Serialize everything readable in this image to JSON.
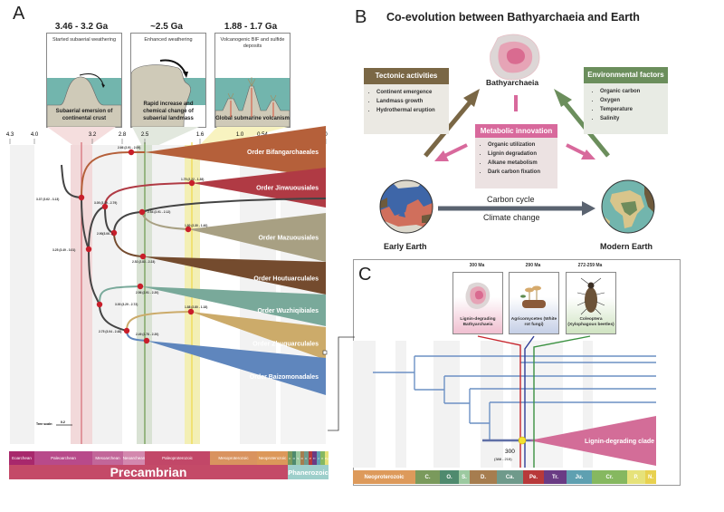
{
  "panel_a": {
    "letter": "A",
    "insets": [
      {
        "era": "3.46 - 3.2 Ga",
        "top": "Started subaerial weathering",
        "bottom": "Subaerial emersion of continental crust"
      },
      {
        "era": "~2.5 Ga",
        "top": "Enhanced weathering",
        "bottom": "Rapid increase and chemical change of subaerial landmass"
      },
      {
        "era": "1.88 - 1.7 Ga",
        "top": "Volcanogenic BIF and sulfide deposits",
        "bottom": "Global submarine volcanism"
      }
    ],
    "axis_ticks": [
      "4.3",
      "4.0",
      "3.2",
      "2.8",
      "2.5",
      "1.6",
      "1.0",
      "0.54",
      "0"
    ],
    "orders": [
      {
        "name": "Order Bifangarchaeales",
        "color": "#b5603a"
      },
      {
        "name": "Order Jinwuousiales",
        "color": "#b03a44"
      },
      {
        "name": "Order Mazuousiales",
        "color": "#a8a083"
      },
      {
        "name": "Order Houtuarculales",
        "color": "#744b2e"
      },
      {
        "name": "Order Wuzhiqibiales",
        "color": "#79a99a"
      },
      {
        "name": "Order Zhuquarculales",
        "color": "#ccab6a"
      },
      {
        "name": "Order Baizomonadales",
        "color": "#5f86bd"
      }
    ],
    "node_labels": {
      "n1": "2.66 (2.91 - 2.09)",
      "n2": "1.75 (2.22 - 1.38)",
      "n3": "3.37 (3.62 - 3.13)",
      "n4": "3.05 (3.39 - 2.79)",
      "n5": "2.54 (2.91 - 2.12)",
      "n6": "2.90(3.06...)",
      "n7": "1.80 (2.30 - 1.40)",
      "n8": "3.25 (3.49 - 3.01)",
      "n9": "2.52 (2.83 - 2.23)",
      "n10": "2.56 (2.91 - 2.20)",
      "n11": "3.00 (3.29 - 2.72)",
      "n12": "1.88 (2.80 - 1.18)",
      "n13": "2.75 (3.04 - 2.48)",
      "n14": "2.49 (2.78 - 2.20)"
    },
    "tree_scale_label": "Tree scale:",
    "tree_scale_value": "0.2",
    "eons": [
      {
        "name": "Eoarchean",
        "color": "#a8286c"
      },
      {
        "name": "Paleoarchean",
        "color": "#b84a8a"
      },
      {
        "name": "Mesoarchean",
        "color": "#c26699"
      },
      {
        "name": "Neoarchean",
        "color": "#d388ae"
      },
      {
        "name": "Paleoproterozoic",
        "color": "#c24768"
      },
      {
        "name": "Mesoproterozoic",
        "color": "#d9935f"
      },
      {
        "name": "Neoproterozoic",
        "color": "#dc985a"
      }
    ],
    "phanero_mini": [
      "C",
      "O",
      "S",
      "D",
      "C",
      "P",
      "Tr",
      "J",
      "K",
      "Pg"
    ],
    "precambrian": "Precambrian",
    "phanerozoic": "Phanerozoic"
  },
  "panel_b": {
    "letter": "B",
    "title": "Co-evolution between Bathyarchaeia and Earth",
    "center_label": "Bathyarchaeia",
    "tectonic": {
      "title": "Tectonic activities",
      "items": [
        "Continent emergence",
        "Landmass growth",
        "Hydrothermal eruption"
      ]
    },
    "environmental": {
      "title": "Environmental factors",
      "items": [
        "Organic carbon",
        "Oxygen",
        "Temperature",
        "Salinity"
      ]
    },
    "metabolic": {
      "title": "Metabolic innovation",
      "items": [
        "Organic utilization",
        "Lignin degradation",
        "Alkane metabolism",
        "Dark carbon fixation"
      ]
    },
    "early_earth": "Early Earth",
    "modern_earth": "Modern Earth",
    "arrow_top": "Carbon cycle",
    "arrow_bottom": "Climate change"
  },
  "panel_c": {
    "letter": "C",
    "cards": [
      {
        "age": "300 Ma",
        "caption": "Lignin-degrading Bathyarchaeia"
      },
      {
        "age": "290 Ma",
        "caption": "Agricomycetes (White rot fungi)"
      },
      {
        "age": "272-259 Ma",
        "caption": "Coleoptera (Xylophagous beetles)"
      }
    ],
    "node_value": "300",
    "node_range": "(388 - 215)",
    "clade": "Lignin-degrading clade",
    "periods": [
      {
        "name": "Neoproterozoic",
        "color": "#dd9a5b"
      },
      {
        "name": "C.",
        "color": "#7a9a5c"
      },
      {
        "name": "O.",
        "color": "#4f8a6e"
      },
      {
        "name": "S.",
        "color": "#9cc9a0"
      },
      {
        "name": "D.",
        "color": "#a67d4f"
      },
      {
        "name": "Ca.",
        "color": "#6f9a8b"
      },
      {
        "name": "Pe.",
        "color": "#b8393a"
      },
      {
        "name": "Tr.",
        "color": "#6a3b84"
      },
      {
        "name": "Ju.",
        "color": "#5fa0b1"
      },
      {
        "name": "Cr.",
        "color": "#86b860"
      },
      {
        "name": "P.",
        "color": "#e6e27a"
      },
      {
        "name": "N.",
        "color": "#e8d150"
      }
    ]
  }
}
